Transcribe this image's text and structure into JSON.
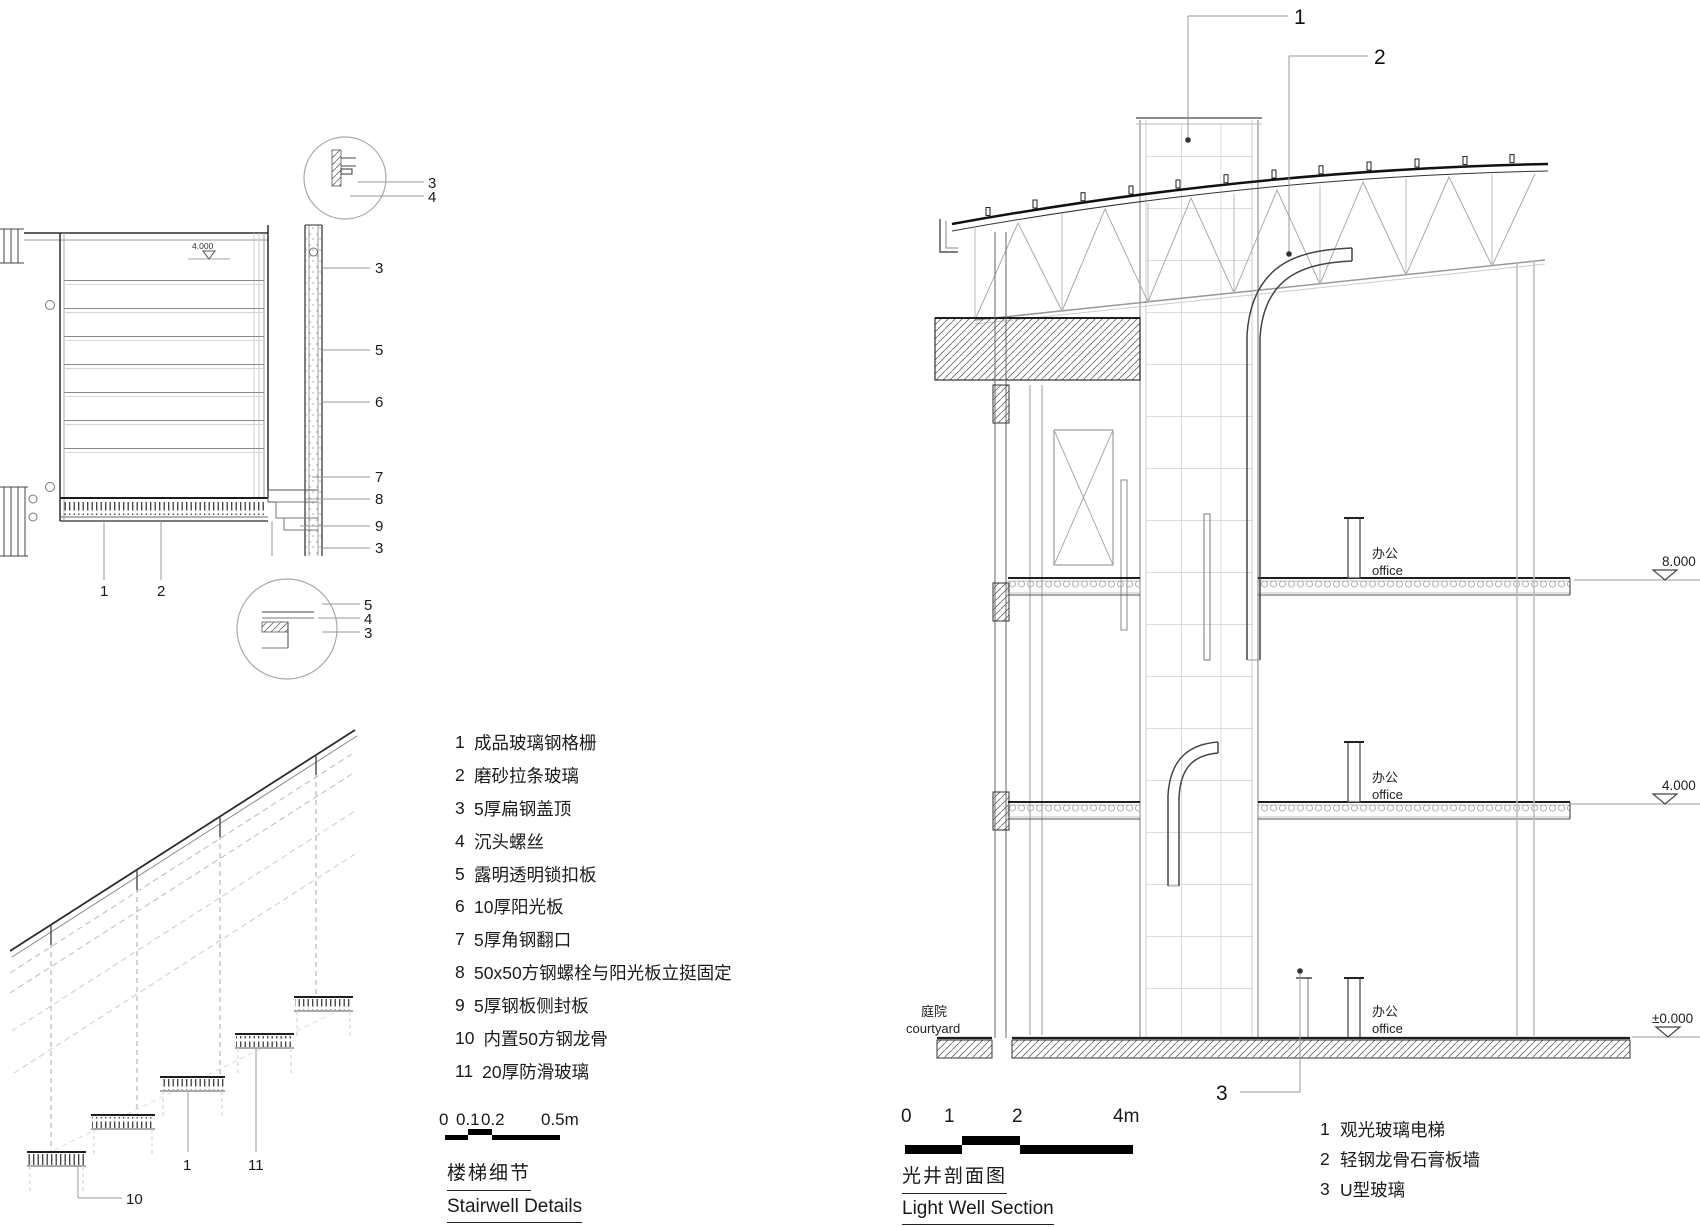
{
  "stairwell": {
    "title_zh": "楼梯细节",
    "title_en": "Stairwell Details",
    "level_mark": "4.000",
    "scale": {
      "labels": [
        "0",
        "0.1",
        "0.2",
        "0.5m"
      ]
    },
    "legend": [
      {
        "num": "1",
        "label": "成品玻璃钢格栅"
      },
      {
        "num": "2",
        "label": "磨砂拉条玻璃"
      },
      {
        "num": "3",
        "label": "5厚扁钢盖顶"
      },
      {
        "num": "4",
        "label": "沉头螺丝"
      },
      {
        "num": "5",
        "label": "露明透明锁扣板"
      },
      {
        "num": "6",
        "label": "10厚阳光板"
      },
      {
        "num": "7",
        "label": "5厚角钢翻口"
      },
      {
        "num": "8",
        "label": "50x50方钢螺栓与阳光板立挺固定"
      },
      {
        "num": "9",
        "label": "5厚钢板侧封板"
      },
      {
        "num": "10",
        "label": "内置50方钢龙骨"
      },
      {
        "num": "11",
        "label": "20厚防滑玻璃"
      }
    ],
    "callouts": {
      "top_detail": [
        "3",
        "4"
      ],
      "right_column": [
        "3",
        "5",
        "6",
        "7",
        "8",
        "9",
        "3"
      ],
      "floor": [
        "1",
        "2"
      ],
      "bottom_detail": [
        "5",
        "4",
        "3"
      ],
      "incline": [
        "1",
        "11",
        "10"
      ]
    }
  },
  "lightwell": {
    "title_zh": "光井剖面图",
    "title_en": "Light Well Section",
    "scale": {
      "labels": [
        "0",
        "1",
        "2",
        "4m"
      ]
    },
    "levels": [
      "8.000",
      "4.000",
      "±0.000"
    ],
    "rooms": {
      "office_zh": "办公",
      "office_en": "office",
      "courtyard_zh": "庭院",
      "courtyard_en": "courtyard"
    },
    "callouts": [
      "1",
      "2",
      "3"
    ],
    "legend": [
      {
        "num": "1",
        "label": "观光玻璃电梯"
      },
      {
        "num": "2",
        "label": "轻钢龙骨石膏板墙"
      },
      {
        "num": "3",
        "label": "U型玻璃"
      }
    ]
  }
}
